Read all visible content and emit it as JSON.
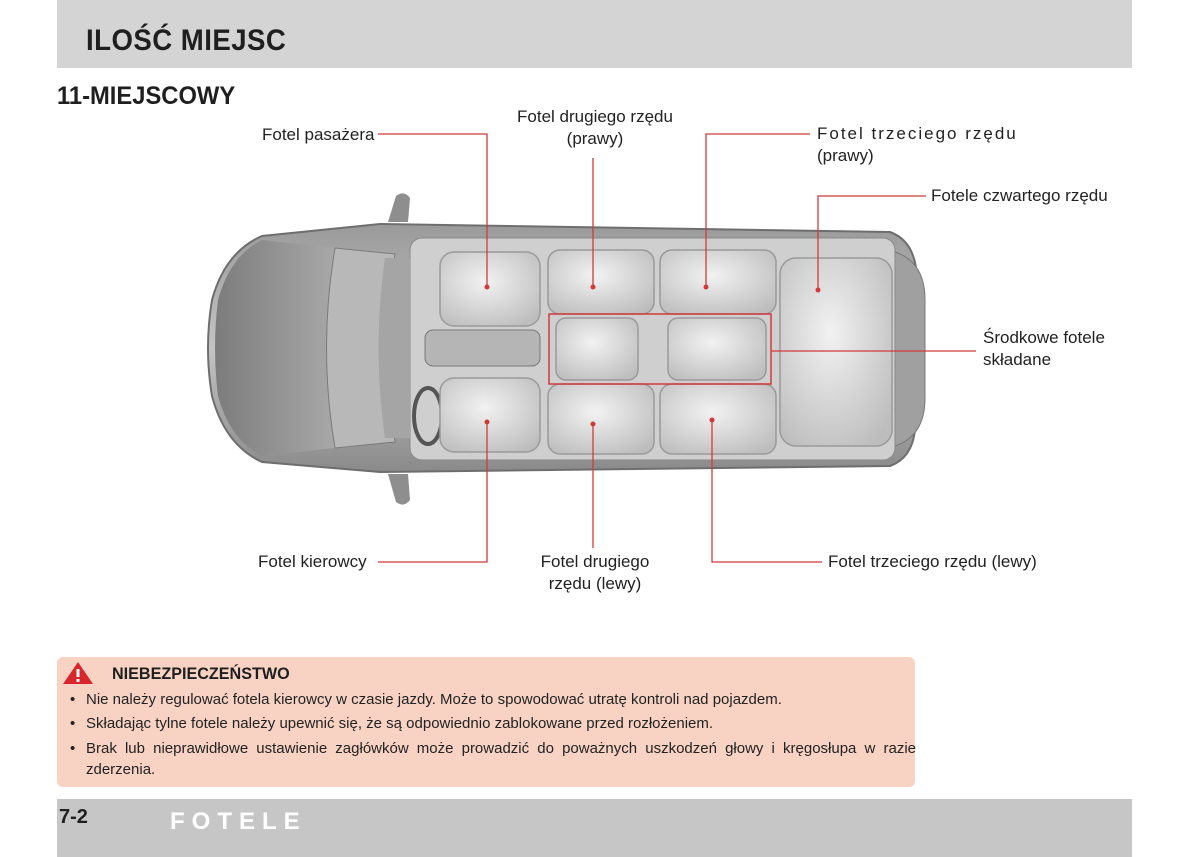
{
  "header": {
    "title": "ILOŚĆ MIEJSC"
  },
  "section": {
    "title": "11-MIEJSCOWY"
  },
  "labels": {
    "passenger_seat": "Fotel pasażera",
    "second_row_right_line1": "Fotel drugiego rzędu",
    "second_row_right_line2": "(prawy)",
    "third_row_right_line1": "Fotel trzeciego rzędu",
    "third_row_right_line2": "(prawy)",
    "fourth_row": "Fotele czwartego rzędu",
    "middle_folding_line1": "Środkowe fotele",
    "middle_folding_line2": "składane",
    "driver_seat": "Fotel kierowcy",
    "second_row_left_line1": "Fotel drugiego",
    "second_row_left_line2": "rzędu (lewy)",
    "third_row_left": "Fotel trzeciego rzędu (lewy)"
  },
  "warning": {
    "title": "NIEBEZPIECZEŃSTWO",
    "bullet_char": "•",
    "items": [
      "Nie należy regulować fotela kierowcy w czasie jazdy. Może to spowodować utratę kontroli nad pojazdem.",
      "Składając tylne fotele należy upewnić się, że są odpowiednio zablokowane przed rozłożeniem.",
      "Brak lub nieprawidłowe ustawienie zagłówków może prowadzić do poważnych uszkodzeń głowy i kręgosłupa w razie zderzenia."
    ]
  },
  "footer": {
    "page_number": "7-2",
    "chapter": "FOTELE"
  },
  "colors": {
    "header_band": "#d4d4d4",
    "footer_band": "#c6c6c6",
    "warning_bg": "#f8d3c4",
    "warning_icon": "#d9262c",
    "leader_line": "#d23a3a",
    "car_body": "#8f8f8f",
    "seat": "#e2e2e2"
  },
  "icons": {
    "warning": "warning-triangle-icon"
  }
}
